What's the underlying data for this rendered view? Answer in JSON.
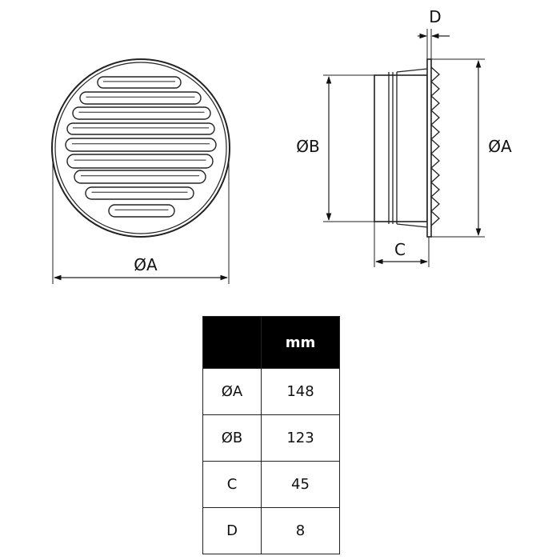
{
  "drawing": {
    "front_view": {
      "diameter_label": "ØA"
    },
    "side_view": {
      "outer_diameter_label": "ØA",
      "inner_diameter_label": "ØB",
      "depth_label": "C",
      "flange_label": "D"
    }
  },
  "table": {
    "unit_header": "mm",
    "rows": [
      {
        "label": "ØA",
        "value": "148"
      },
      {
        "label": "ØB",
        "value": "123"
      },
      {
        "label": "C",
        "value": "45"
      },
      {
        "label": "D",
        "value": "8"
      }
    ]
  }
}
